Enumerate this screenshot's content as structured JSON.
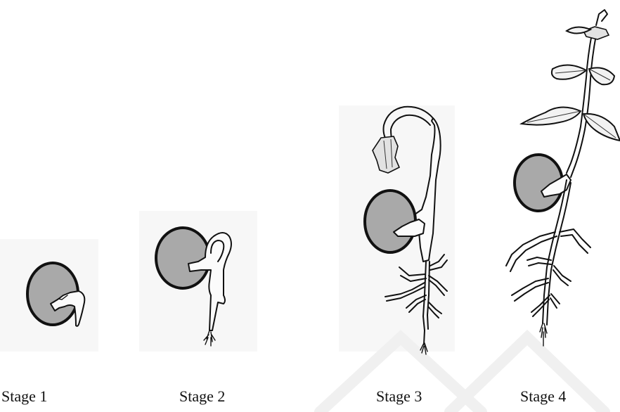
{
  "diagram": {
    "stages": [
      {
        "label": "Stage 1"
      },
      {
        "label": "Stage 2"
      },
      {
        "label": "Stage 3"
      },
      {
        "label": "Stage 4"
      }
    ]
  }
}
